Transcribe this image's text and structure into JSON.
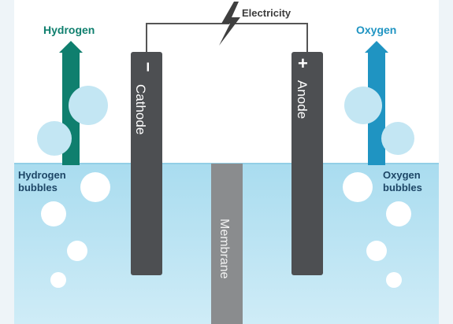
{
  "diagram": {
    "labels": {
      "hydrogen": "Hydrogen",
      "oxygen": "Oxygen",
      "electricity": "Electricity",
      "hydrogen_bubbles_line1": "Hydrogen",
      "hydrogen_bubbles_line2": "bubbles",
      "oxygen_bubbles_line1": "Oxygen",
      "oxygen_bubbles_line2": "bubbles",
      "cathode": "Cathode",
      "anode": "Anode",
      "membrane": "Membrane",
      "cathode_sign": "−",
      "anode_sign": "+"
    },
    "colors": {
      "hydrogen_arrow": "#0f7f6e",
      "oxygen_arrow": "#1f94c2",
      "electrode": "#4d4f52",
      "membrane": "#8a8c8e",
      "water_top": "#aedff1",
      "water_bottom": "#cdebf6",
      "bubble": "#ffffff",
      "gas_bubble": "#bfe5f3",
      "wire": "#555555"
    }
  }
}
